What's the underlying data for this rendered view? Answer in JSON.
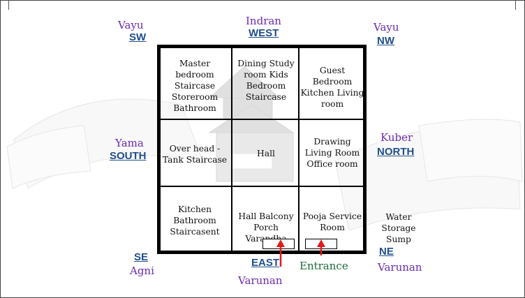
{
  "directions": {
    "sw": {
      "deity": "Vayu",
      "dir": "SW"
    },
    "west": {
      "deity": "Indran",
      "dir": "WEST"
    },
    "nw": {
      "deity": "Vayu",
      "dir": "NW"
    },
    "south": {
      "deity": "Yama",
      "dir": "SOUTH"
    },
    "north": {
      "deity": "Kuber",
      "dir": "NORTH"
    },
    "se": {
      "dir": "SE",
      "deity": "Agni"
    },
    "east": {
      "dir": "EAST",
      "deity": "Varunan"
    },
    "ne": {
      "dir": "NE",
      "deity": "Varunan"
    }
  },
  "cells": {
    "top_left": "Master bedroom Staircase Storeroom Bathroom",
    "top_middle": "Dining Study room Kids Bedroom Staircase",
    "top_right": "Guest Bedroom Kitchen Living room",
    "mid_left": "Over head - Tank Staircase",
    "mid_middle": "Hall",
    "mid_right": "Drawing Living Room Office room",
    "bot_left": "Kitchen Bathroom Staircasent",
    "bot_middle": "Hall Balcony Porch Varandha",
    "bot_right": "Pooja Service Room"
  },
  "water_storage": "Water Storage Sump",
  "entrance_label": "Entrance",
  "colors": {
    "deity": "#6a2bb0",
    "direction": "#1f4e8c",
    "entrance": "#1e6b3a",
    "arrow": "#e01b1b"
  }
}
